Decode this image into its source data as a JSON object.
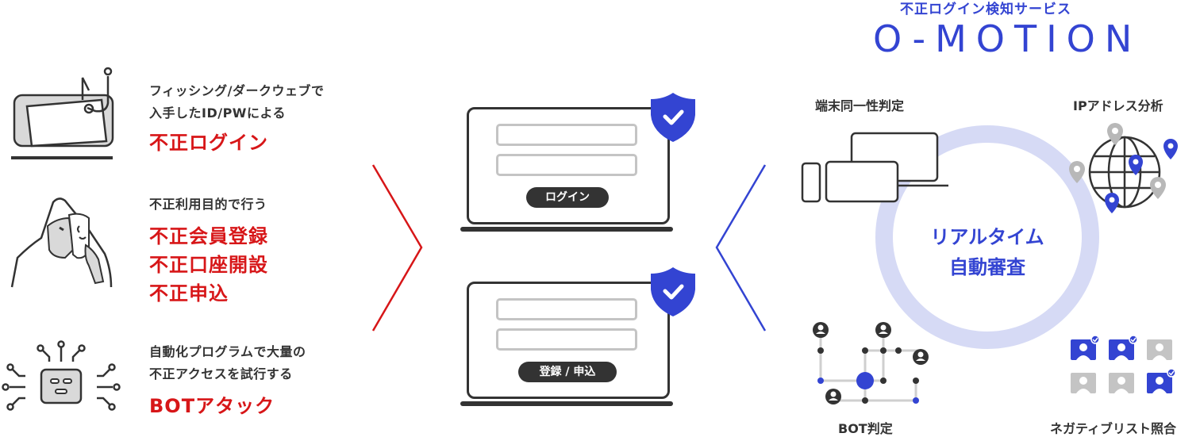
{
  "threats": [
    {
      "icon": "phishing-laptop-icon",
      "description_lines": [
        "フィッシング/ダークウェブで",
        "入手したID/PWによる"
      ],
      "titles": [
        "不正ログイン"
      ]
    },
    {
      "icon": "masked-hacker-icon",
      "description_lines": [
        "不正利用目的で行う"
      ],
      "titles": [
        "不正会員登録",
        "不正口座開設",
        "不正申込"
      ]
    },
    {
      "icon": "bot-robot-icon",
      "description_lines": [
        "自動化プログラムで大量の",
        "不正アクセスを試行する"
      ],
      "titles": [
        "BOTアタック"
      ]
    }
  ],
  "screens": [
    {
      "button_label": "ログイン",
      "badge": "shield-check-icon"
    },
    {
      "button_label": "登録 / 申込",
      "badge": "shield-check-icon"
    }
  ],
  "brand": {
    "tagline": "不正ログイン検知サービス",
    "logo_text": "O-MOTION"
  },
  "center": {
    "line1": "リアルタイム",
    "line2": "自動審査"
  },
  "features": [
    {
      "label": "端末同一性判定",
      "icon": "devices-icon"
    },
    {
      "label": "IPアドレス分析",
      "icon": "globe-pins-icon"
    },
    {
      "label": "BOT判定",
      "icon": "network-nodes-icon"
    },
    {
      "label": "ネガティブリスト照合",
      "icon": "user-list-check-icon"
    }
  ],
  "colors": {
    "threat_red": "#d71618",
    "brand_blue": "#3344d2",
    "ring": "#d6daf5",
    "dark": "#333333",
    "gray": "#c4c4c4"
  }
}
